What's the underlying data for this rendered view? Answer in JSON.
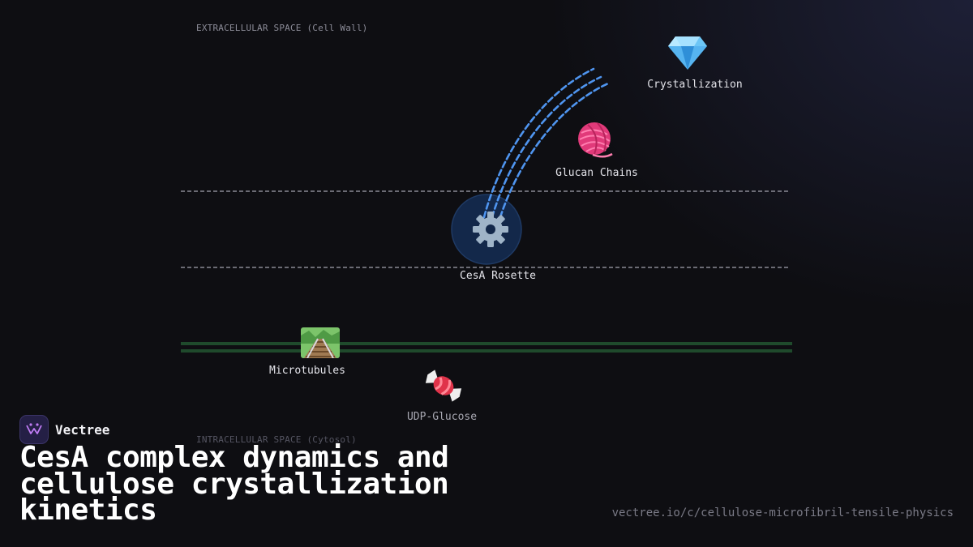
{
  "regions": {
    "extracellular": "EXTRACELLULAR SPACE (Cell Wall)",
    "intracellular": "INTRACELLULAR SPACE (Cytosol)"
  },
  "nodes": {
    "crystallization": {
      "label": "Crystallization",
      "icon": "gem-icon"
    },
    "glucan_chains": {
      "label": "Glucan Chains",
      "icon": "yarn-icon"
    },
    "cesa_rosette": {
      "label": "CesA Rosette",
      "icon": "gear-icon"
    },
    "microtubules": {
      "label": "Microtubules",
      "icon": "railway-track-icon"
    },
    "udp_glucose": {
      "label": "UDP-Glucose",
      "icon": "candy-icon"
    }
  },
  "brand": {
    "name": "Vectree",
    "icon": "vectree-logo-icon"
  },
  "title": "CesA complex dynamics and cellulose crystallization kinetics",
  "url": "vectree.io/c/cellulose-microfibril-tensile-physics",
  "colors": {
    "background": "#0e0e12",
    "membrane_line": "#8a8a95",
    "microtubule_line": "#1f4a2c",
    "fiber_stroke": "#4f95f0",
    "rosette_fill": "#13284a"
  }
}
